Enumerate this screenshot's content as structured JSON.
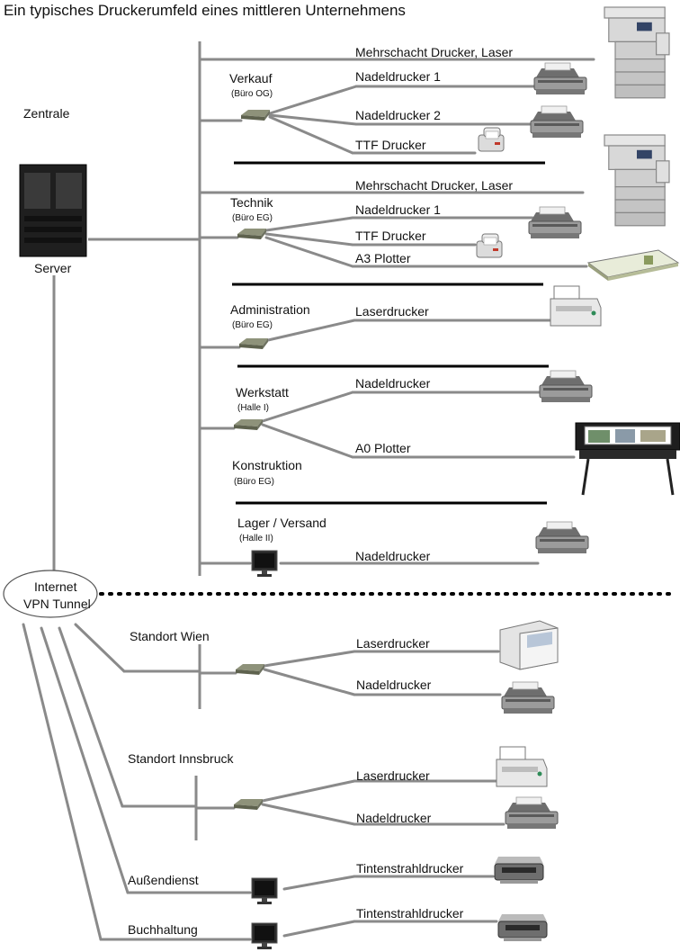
{
  "title": "Ein typisches Druckerumfeld eines mittleren Unternehmens",
  "labels": {
    "zentrale": "Zentrale",
    "server": "Server",
    "internet": "Internet",
    "vpn": "VPN Tunnel",
    "verkauf": "Verkauf",
    "verkauf_sub": "(Büro OG)",
    "technik": "Technik",
    "technik_sub": "(Büro EG)",
    "administration": "Administration",
    "administration_sub": "(Büro EG)",
    "werkstatt": "Werkstatt",
    "werkstatt_sub": "(Halle I)",
    "konstruktion": "Konstruktion",
    "konstruktion_sub": "(Büro EG)",
    "lager": "Lager / Versand",
    "lager_sub": "(Halle II)",
    "wien": "Standort Wien",
    "innsbruck": "Standort Innsbruck",
    "aussendienst": "Außendienst",
    "buchhaltung": "Buchhaltung"
  },
  "printers": {
    "mehrschacht": "Mehrschacht Drucker, Laser",
    "nadel1": "Nadeldrucker 1",
    "nadel2": "Nadeldrucker 2",
    "ttf": "TTF Drucker",
    "a3": "A3 Plotter",
    "laser": "Laserdrucker",
    "nadel": "Nadeldrucker",
    "a0": "A0 Plotter",
    "tinte": "Tintenstrahldrucker"
  }
}
